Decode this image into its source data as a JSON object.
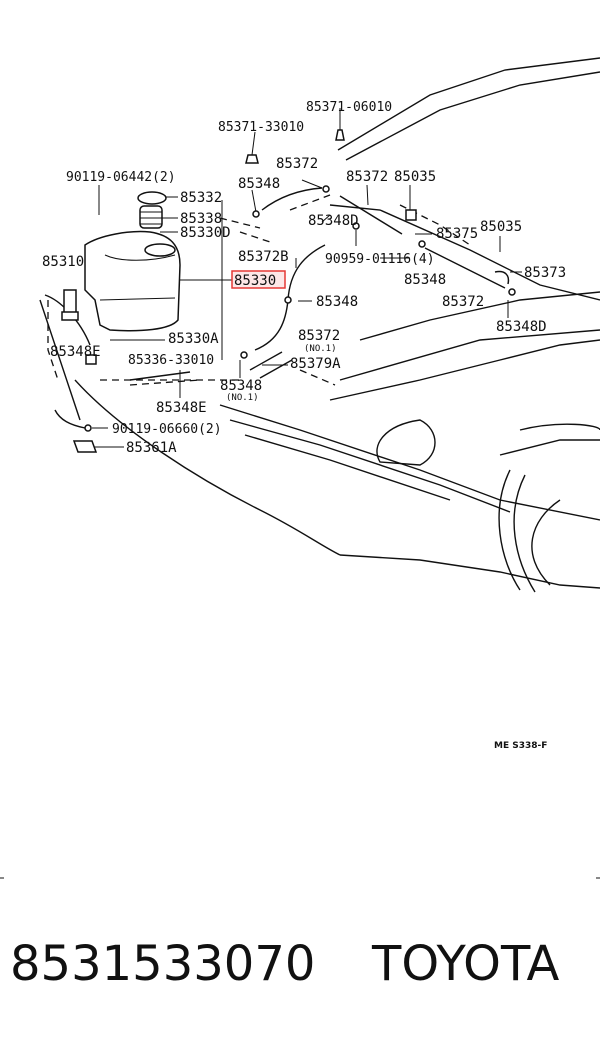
{
  "diagram": {
    "labels": {
      "p85371_06010": "85371-06010",
      "p85371_33010": "85371-33010",
      "p85372_top": "85372",
      "p85348_top": "85348",
      "p85372_mid": "85372",
      "p85035_top": "85035",
      "p90119_06442": "90119-06442(2)",
      "p85332": "85332",
      "p85338": "85338",
      "p85330D": "85330D",
      "p85348D_mid": "85348D",
      "p85375": "85375",
      "p85035_right": "85035",
      "p90959": "90959-01116(4)",
      "p85372B": "85372B",
      "p85310": "85310",
      "p85330": "85330",
      "p85348_right": "85348",
      "p85373": "85373",
      "p85348_center": "85348",
      "p85372_right": "85372",
      "p85348D_right": "85348D",
      "p85330A": "85330A",
      "p85372_no1": "85372",
      "no1_a": "(NO.1)",
      "p85348E_left": "85348E",
      "p85336": "85336-33010",
      "p85379A": "85379A",
      "p85348_no1": "85348",
      "no1_b": "(NO.1)",
      "p85348E_bottom": "85348E",
      "p90119_06660": "90119-06660(2)",
      "p85361A": "85361A"
    },
    "drawing_code": "ME  S338-F"
  },
  "footer": {
    "part_number": "8531533070",
    "brand": "TOYOTA"
  },
  "colors": {
    "highlight": "#e53935",
    "ink": "#111111",
    "background": "#ffffff"
  }
}
